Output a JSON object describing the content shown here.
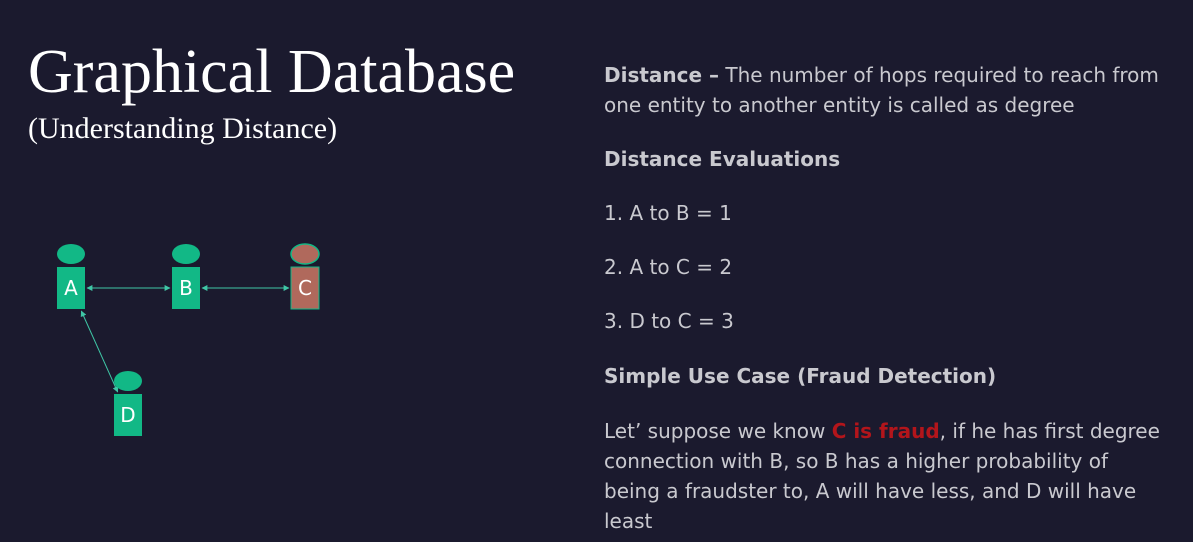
{
  "slide": {
    "title": "Graphical Database",
    "subtitle": "(Understanding Distance)"
  },
  "colors": {
    "background": "#1b1a2e",
    "node_green": "#12b886",
    "node_fraud": "#b0695c",
    "edge": "#3fc7a6",
    "highlight": "#b3151b"
  },
  "diagram": {
    "nodes": [
      {
        "id": "A",
        "label": "A",
        "status": "normal"
      },
      {
        "id": "B",
        "label": "B",
        "status": "normal"
      },
      {
        "id": "C",
        "label": "C",
        "status": "fraud"
      },
      {
        "id": "D",
        "label": "D",
        "status": "normal"
      }
    ],
    "edges": [
      {
        "from": "A",
        "to": "B",
        "bidirectional": true
      },
      {
        "from": "B",
        "to": "C",
        "bidirectional": true
      },
      {
        "from": "A",
        "to": "D",
        "bidirectional": true
      }
    ]
  },
  "content": {
    "distance_term": "Distance –",
    "distance_def": " The number of hops required to reach from one entity to another entity is called as degree",
    "evaluations_heading": "Distance Evaluations",
    "evaluations": [
      "1. A to B = 1",
      "2. A to C = 2",
      "3. D to C = 3"
    ],
    "usecase_heading": "Simple Use Case (Fraud Detection)",
    "usecase_pre": "Let’ suppose we know ",
    "usecase_highlight": "C is fraud",
    "usecase_post": ", if he has first degree connection with B, so B has a higher probability of being a fraudster to, A will have less, and D will have least"
  }
}
